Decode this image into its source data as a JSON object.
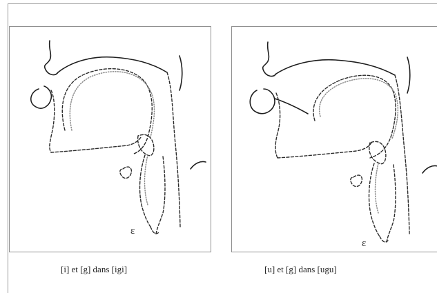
{
  "figures": [
    {
      "caption": "[i] et [g] dans [igi]",
      "glyph": "ɛ"
    },
    {
      "caption": "[u] et [g] dans [ugu]",
      "glyph": "ɛ"
    }
  ]
}
